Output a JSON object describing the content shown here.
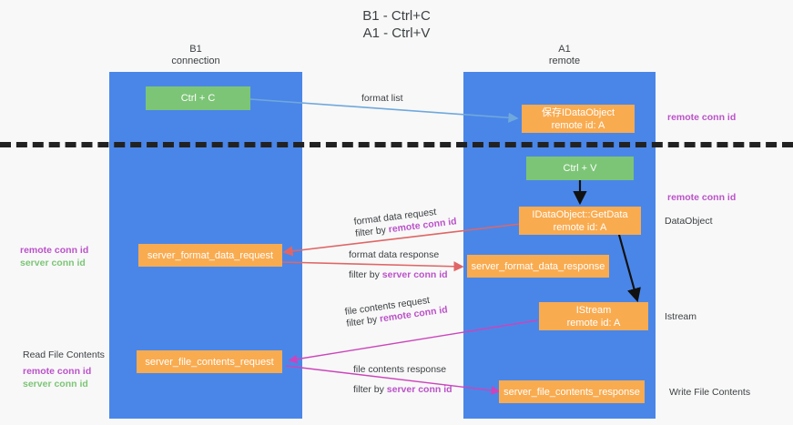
{
  "title": {
    "line1": "B1 - Ctrl+C",
    "line2": "A1 - Ctrl+V"
  },
  "lanes": [
    {
      "name": "b1",
      "title": "B1",
      "subtitle": "connection"
    },
    {
      "name": "a1",
      "title": "A1",
      "subtitle": "remote"
    }
  ],
  "nodes": {
    "ctrl_c": {
      "label": "Ctrl + C",
      "color": "#7cc576"
    },
    "ctrl_v": {
      "label": "Ctrl + V",
      "color": "#7cc576"
    },
    "save_idataobject": {
      "line1": "保存IDataObject",
      "line2": "remote id: A",
      "color": "#f9ab50"
    },
    "idataobject_getdata": {
      "line1": "IDataObject::GetData",
      "line2": "remote id: A",
      "color": "#f9ab50"
    },
    "istream": {
      "line1": "IStream",
      "line2": "remote id: A",
      "color": "#f9ab50"
    },
    "server_format_data_request": {
      "label": "server_format_data_request",
      "color": "#f9ab50"
    },
    "server_format_data_response": {
      "label": "server_format_data_response",
      "color": "#f9ab50"
    },
    "server_file_contents_request": {
      "label": "server_file_contents_request",
      "color": "#f9ab50"
    },
    "server_file_contents_response": {
      "label": "server_file_contents_response",
      "color": "#f9ab50"
    }
  },
  "edge_labels": {
    "format_list": "format list",
    "format_data_request": "format data request",
    "format_data_request_filter_prefix": "filter by ",
    "format_data_request_filter_key": "remote conn id",
    "format_data_response": "format data response",
    "format_data_response_filter_prefix": "filter by ",
    "format_data_response_filter_key": "server conn id",
    "file_contents_request": "file contents request",
    "file_contents_request_filter_prefix": "filter by ",
    "file_contents_request_filter_key": "remote conn id",
    "file_contents_response": "file contents response",
    "file_contents_response_filter_prefix": "filter by ",
    "file_contents_response_filter_key": "server conn id"
  },
  "annotations": {
    "right_remote_conn_id_top": "remote conn id",
    "right_remote_conn_id_mid": "remote conn id",
    "right_dataobject": "DataObject",
    "right_istream": "Istream",
    "right_write_file_contents": "Write File Contents",
    "left_remote_conn_id": "remote conn id",
    "left_server_conn_id": "server conn id",
    "left_read_file_contents": "Read File Contents",
    "left_bottom_remote_conn_id": "remote conn id",
    "left_bottom_server_conn_id": "server conn id"
  },
  "colors": {
    "lane": "#4a86e8",
    "node_orange": "#f9ab50",
    "node_green": "#7cc576",
    "accent_purple": "#bb52c9",
    "accent_green": "#7cc576",
    "arrow_blue": "#6fa8dc",
    "arrow_red": "#e06666",
    "arrow_magenta": "#cc44bb",
    "arrow_black": "#111111",
    "background": "#f8f8f8"
  }
}
